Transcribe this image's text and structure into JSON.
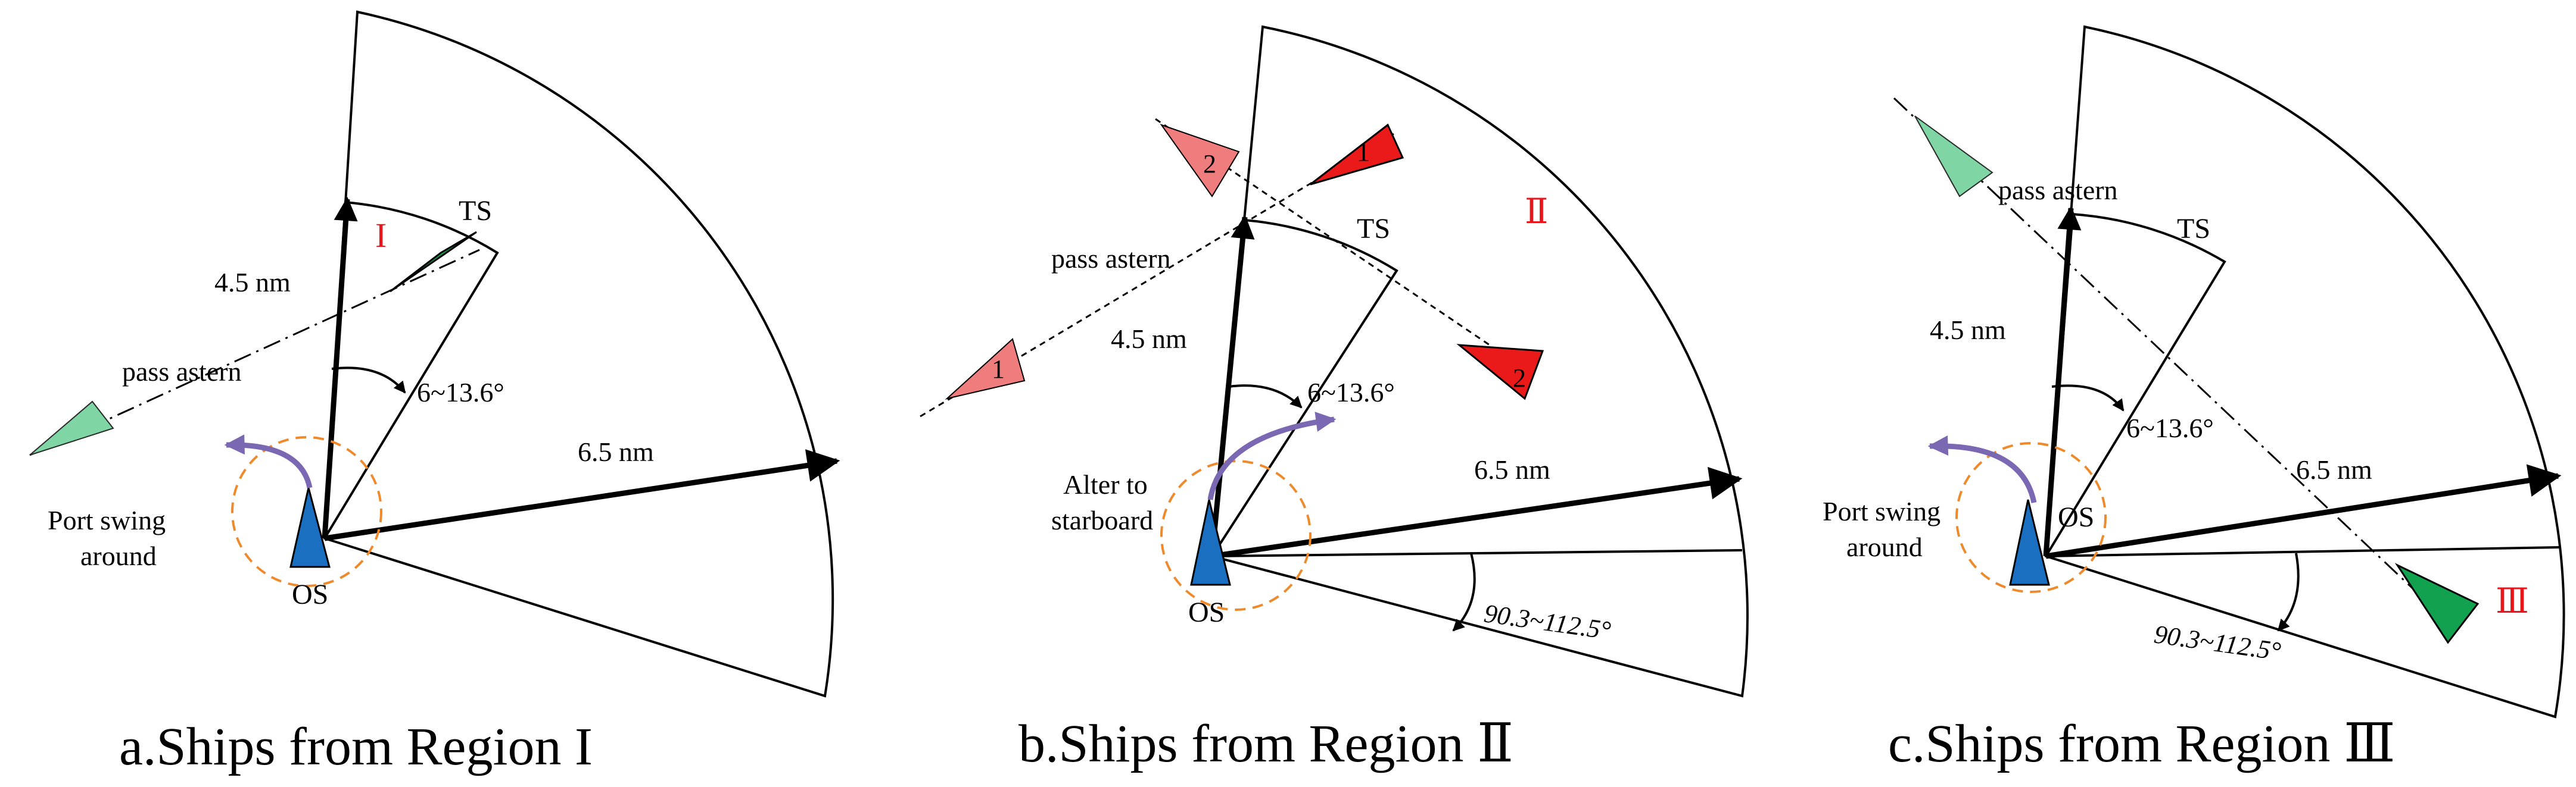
{
  "colors": {
    "own_ship": "#1b6fc0",
    "target_green": "#12a14e",
    "target_green_light": "#7fd6a4",
    "target_red": "#ea1a1a",
    "target_red_light": "#f07d7d",
    "port_circle": "#ee8a2c",
    "maneuver_arrow": "#7a68b2",
    "region_label": "#e8151b"
  },
  "panels": [
    {
      "caption": "a.Ships from Region I",
      "own_ship_label": "OS",
      "target_label": "TS",
      "distance_inner": "4.5 nm",
      "distance_outer": "6.5 nm",
      "angle_range": "6~13.6°",
      "pass_label": "pass astern",
      "maneuver_label": [
        "Port swing",
        "around"
      ],
      "region_mark": "I"
    },
    {
      "caption": "b.Ships from Region Ⅱ",
      "own_ship_label": "OS",
      "target_label": "TS",
      "distance_inner": "4.5 nm",
      "distance_outer": "6.5 nm",
      "angle_range": "6~13.6°",
      "angle_range_2": "90.3~112.5°",
      "pass_label": "pass astern",
      "maneuver_label": [
        "Alter to",
        "starboard"
      ],
      "region_mark": "Ⅱ",
      "ship_numbers": [
        "1",
        "2",
        "1",
        "2"
      ]
    },
    {
      "caption": "c.Ships from Region Ⅲ",
      "own_ship_label": "OS",
      "target_label": "TS",
      "distance_inner": "4.5 nm",
      "distance_outer": "6.5 nm",
      "angle_range": "6~13.6°",
      "angle_range_2": "90.3~112.5°",
      "pass_label": "pass astern",
      "maneuver_label": [
        "Port swing",
        "around"
      ],
      "region_mark": "Ⅲ"
    }
  ]
}
